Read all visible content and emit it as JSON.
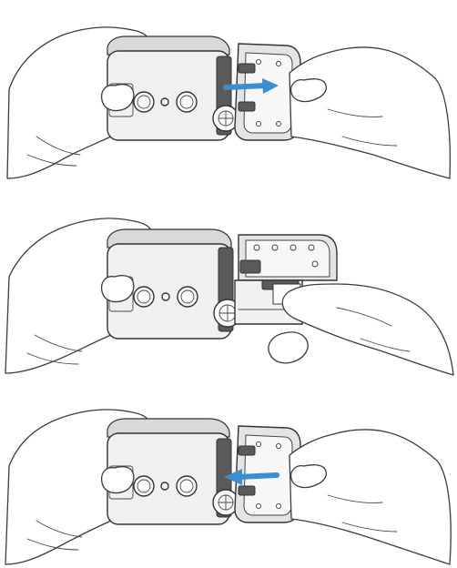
{
  "illustration": {
    "steps": [
      {
        "action": "open",
        "arrow_direction": "right",
        "arrow_color": "#3b8fd1"
      },
      {
        "action": "insert",
        "arrow_direction": "none",
        "arrow_color": ""
      },
      {
        "action": "close",
        "arrow_direction": "left",
        "arrow_color": "#3b8fd1"
      }
    ],
    "line_color": "#333333",
    "fill_gray": "#e6e6e6"
  }
}
